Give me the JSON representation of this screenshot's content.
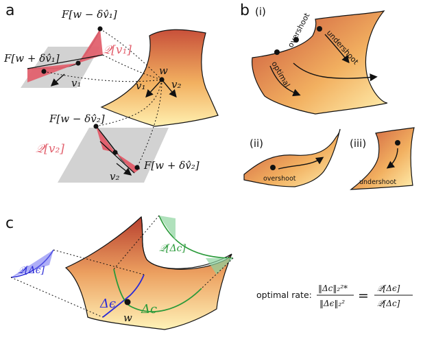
{
  "panels": {
    "a": {
      "letter": "a",
      "labels": {
        "f_minus_v1": "F[w − δv̂₁]",
        "f_plus_v1": "F[w + δv̂₁]",
        "q_v1": "𝒬[v₁]",
        "v1_left": "v₁",
        "w": "w",
        "v1_surface": "v₁",
        "v2_surface": "v₂",
        "f_minus_v2": "F[w − δv̂₂]",
        "q_v2": "𝒬[v₂]",
        "f_plus_v2": "F[w + δv̂₂]",
        "v2_bottom": "v₂"
      }
    },
    "b": {
      "letter": "b",
      "sub_i": "(i)",
      "sub_ii": "(ii)",
      "sub_iii": "(iii)",
      "optimal": "optimal",
      "overshoot": "overshoot",
      "undershoot": "undershoot",
      "overshoot_ii": "overshoot",
      "undershoot_iii": "undershoot"
    },
    "c": {
      "letter": "c",
      "q_delta_eps": "𝒬[Δϵ]",
      "q_delta_c": "𝒬[Δc]",
      "delta_eps": "Δϵ",
      "delta_c": "Δc",
      "w": "w",
      "rate_label": "optimal rate:",
      "num_left": "‖Δc‖₂²*",
      "den_left": "‖Δϵ‖₂²",
      "equals": "=",
      "num_right": "𝒬[Δϵ]",
      "den_right": "𝒬[Δc]"
    }
  },
  "colors": {
    "surface_top": "#c8503a",
    "surface_bottom": "#ffe9a0",
    "red": "#e2616e",
    "blue": "#2b2bd6",
    "green": "#2a9a3a",
    "plane": "#d2d2d2"
  }
}
